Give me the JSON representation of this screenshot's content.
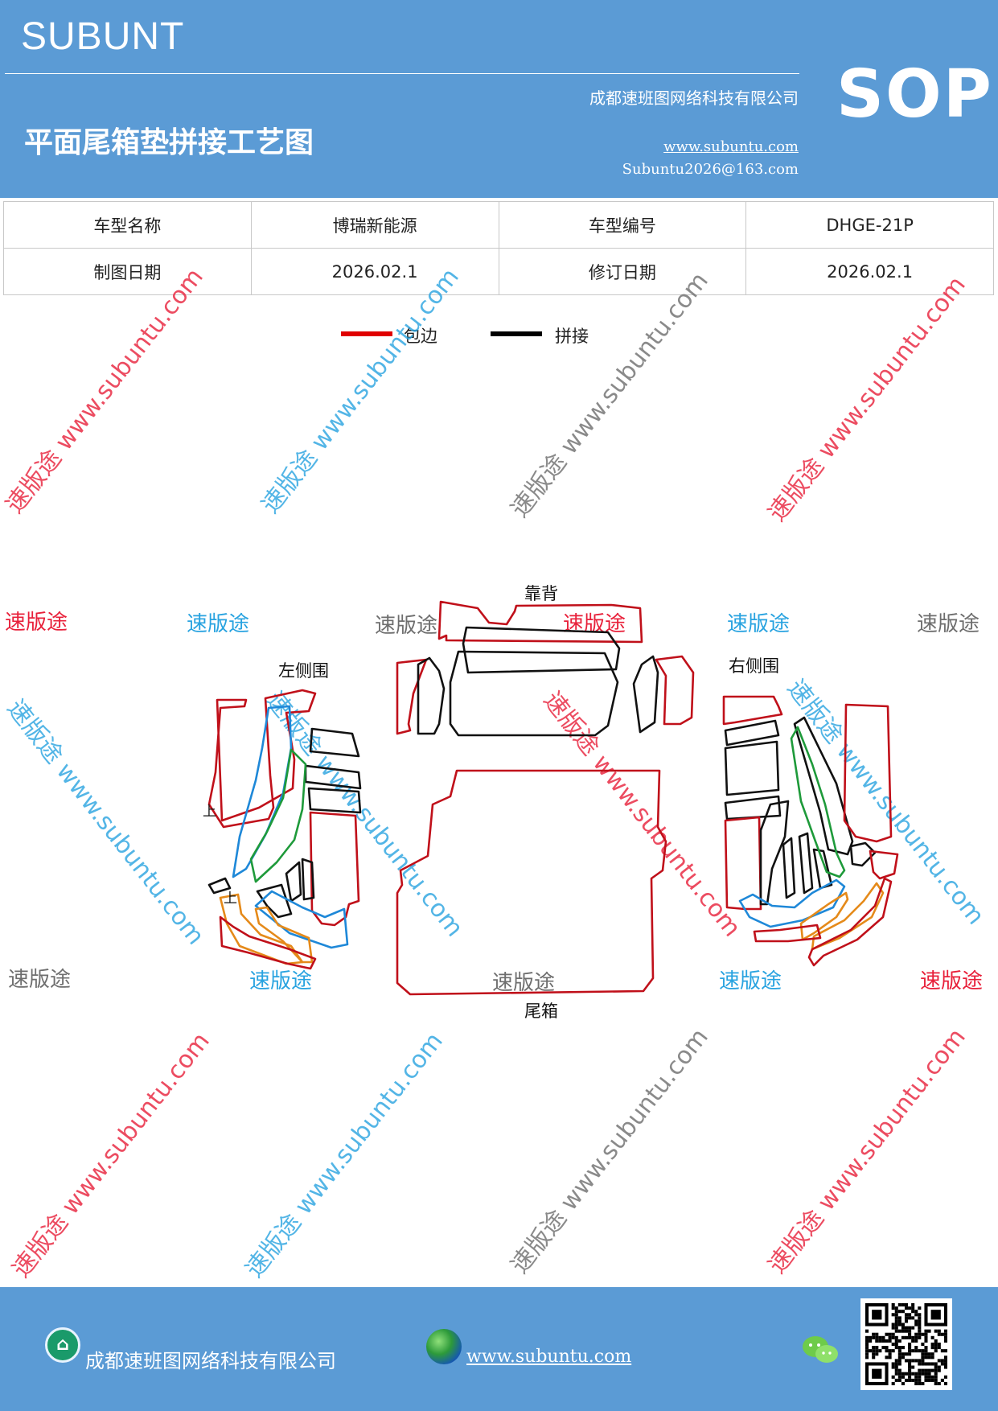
{
  "header": {
    "brand": "SUBUNT",
    "company": "成都速班图网络科技有限公司",
    "title": "平面尾箱垫拼接工艺图",
    "website": "www.subuntu.com",
    "email": "Subuntu2026@163.com",
    "badge": "SOP"
  },
  "info_table": {
    "rows": [
      [
        "车型名称",
        "博瑞新能源",
        "车型编号",
        "DHGE-21P"
      ],
      [
        "制图日期",
        "2026.02.1",
        "修订日期",
        "2026.02.1"
      ]
    ]
  },
  "legend": {
    "items": [
      {
        "label": "包边",
        "color": "#e00000"
      },
      {
        "label": "拼接",
        "color": "#000000"
      }
    ]
  },
  "diagram": {
    "labels": {
      "back": "靠背",
      "left_side": "左侧围",
      "right_side": "右侧围",
      "trunk": "尾箱",
      "up_mark_1": "上",
      "up_mark_2": "上"
    },
    "colors": {
      "edge": "#c0101a",
      "seam": "#111111",
      "blue": "#1e88d8",
      "green": "#1e9a3a",
      "orange": "#e58a1a"
    }
  },
  "watermark": {
    "brand": "速版途",
    "diagonal": "速版途 www.subuntu.com",
    "colors": {
      "red": "#e8203a",
      "blue": "#29a3e0",
      "gray": "#6e6e6e"
    }
  },
  "footer": {
    "company": "成都速班图网络科技有限公司",
    "website": "www.subuntu.com"
  }
}
